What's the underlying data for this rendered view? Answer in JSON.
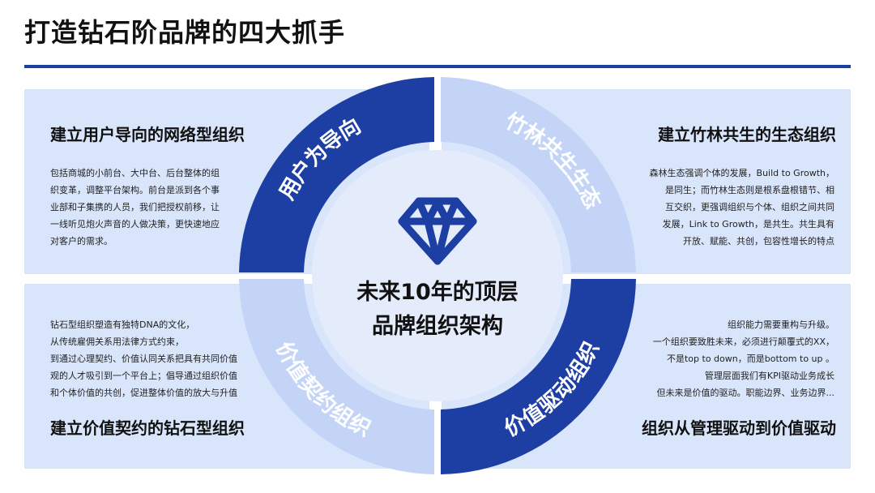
{
  "header": {
    "title": "打造钻石阶品牌的四大抓手"
  },
  "center": {
    "line1": "未来10年的顶层",
    "line2": "品牌组织架构"
  },
  "ring": {
    "tl": "用户为导向",
    "tr": "竹林共生生态",
    "bl": "价值契约组织",
    "br": "价值驱动组织"
  },
  "quadrants": {
    "tl": {
      "heading": "建立用户导向的网络型组织",
      "lines": [
        "包括商城的小前台、大中台、后台整体的组",
        "织变革，调整平台架构。前台是派到各个事",
        "业部和子集携的人员，我们把授权前移，让",
        "一线听见炮火声音的人做决策，更快速地应",
        "对客户的需求。"
      ]
    },
    "tr": {
      "heading": "建立竹林共生的生态组织",
      "lines": [
        "森林生态强调个体的发展，Build to Growth，",
        "是同生；而竹林生态则是根系盘根错节、相",
        "互交织，更强调组织与个体、组织之间共同",
        "发展，Link to Growth，是共生。共生具有",
        "开放、赋能、共创，包容性增长的特点"
      ]
    },
    "bl": {
      "heading": "建立价值契约的钻石型组织",
      "lines": [
        "钻石型组织塑造有独特DNA的文化，",
        "从传统雇佣关系用法律方式约束，",
        "到通过心理契约、价值认同关系把具有共同价值",
        "观的人才吸引到一个平台上；倡导通过组织价值",
        "和个体价值的共创，促进整体价值的放大与升值"
      ]
    },
    "br": {
      "heading": "组织从管理驱动到价值驱动",
      "lines": [
        "组织能力需要重构与升级。",
        "一个组织要致胜未来，必须进行颠覆式的XX，",
        "不是top to down，而是bottom to up 。",
        "管理层面我们有KPI驱动业务成长",
        "但未来是价值的驱动。职能边界、业务边界..."
      ]
    }
  },
  "colors": {
    "accent": "#1d3fa3",
    "panel": "#d9e5fb",
    "ring_light": "#c3d4f7",
    "center": "#e4ecfc"
  },
  "icons": {
    "center": "diamond-icon"
  }
}
